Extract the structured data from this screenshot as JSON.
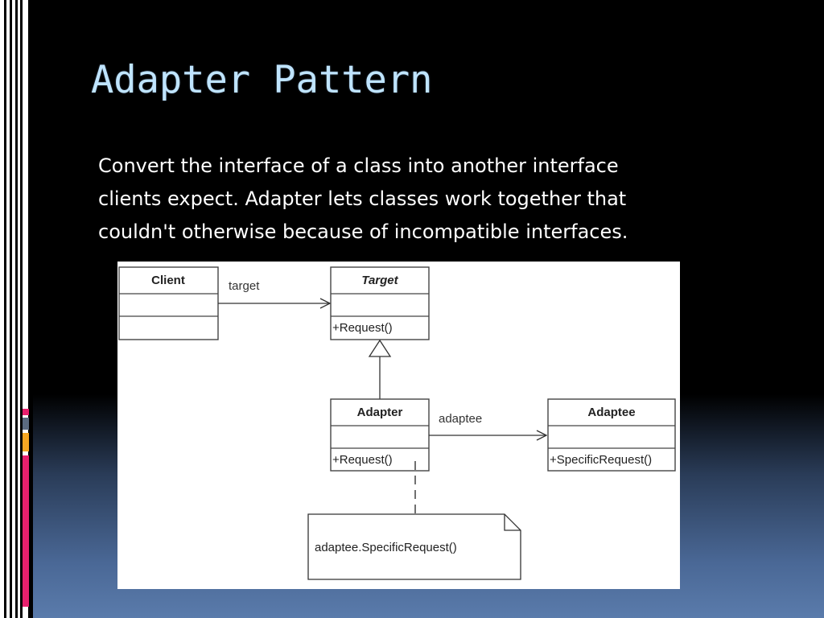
{
  "slide": {
    "title": "Adapter Pattern",
    "description_lines": [
      "Convert the interface of a class into another interface",
      "clients expect. Adapter lets classes work together that",
      "couldn't otherwise because of incompatible interfaces."
    ]
  },
  "diagram": {
    "classes": {
      "client": {
        "name": "Client",
        "operation": ""
      },
      "target": {
        "name": "Target",
        "operation": "+Request()"
      },
      "adapter": {
        "name": "Adapter",
        "operation": "+Request()"
      },
      "adaptee": {
        "name": "Adaptee",
        "operation": "+SpecificRequest()"
      }
    },
    "associations": {
      "client_target": "target",
      "adapter_adaptee": "adaptee"
    },
    "note": "adaptee.SpecificRequest()"
  },
  "colors": {
    "title": "#bfe4ff",
    "accent_pink": "#e8206e",
    "accent_orange": "#f5a623",
    "accent_slate": "#5a6a80"
  }
}
